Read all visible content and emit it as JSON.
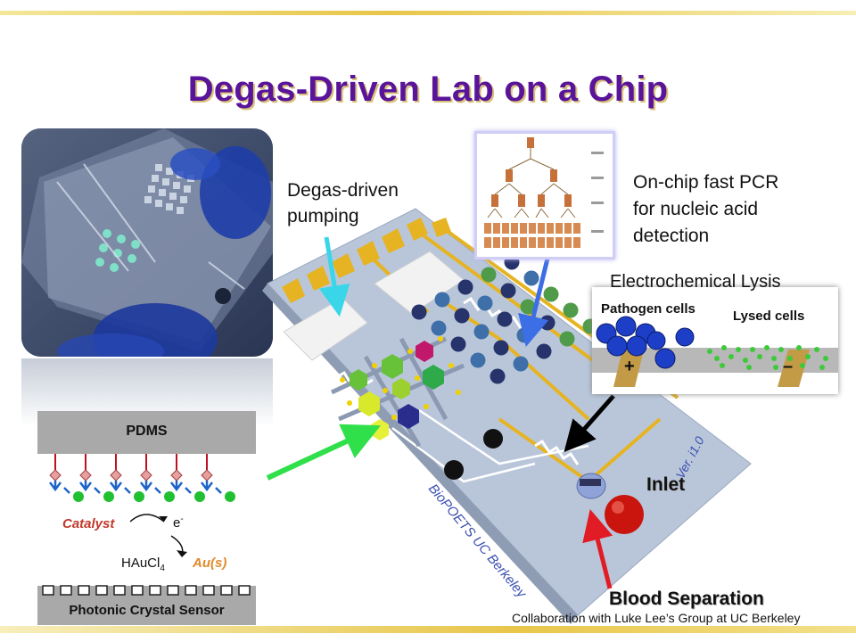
{
  "title": "Degas-Driven Lab on a Chip",
  "labels": {
    "degas_line1": "Degas-driven",
    "degas_line2": "pumping",
    "pcr_line1": "On-chip fast PCR",
    "pcr_line2": "for nucleic acid",
    "pcr_line3": "detection",
    "lysis": "Electrochemical Lysis",
    "pathogen": "Pathogen cells",
    "lysed": "Lysed cells",
    "plus": "+",
    "minus": "–",
    "inlet": "Inlet",
    "blood": "Blood Separation",
    "collab": "Collaboration with Luke Lee’s Group at UC Berkeley",
    "chip_brand": "BioPOETS UC Berkeley",
    "chip_ver": "Ver. i1.0"
  },
  "sensor": {
    "pdms": "PDMS",
    "catalyst": "Catalyst",
    "electron": "e",
    "electron_sup": "-",
    "haucl_main": "HAuCl",
    "haucl_sub": "4",
    "au": "Au(s)",
    "pcs": "Photonic Crystal Sensor"
  },
  "colors": {
    "title": "#5a149a",
    "chip": "#b9c6da",
    "gold": "#e6b422",
    "navy": "#27336b",
    "green": "#4f9b4a",
    "red_arrow": "#e21c24",
    "cyan_arrow": "#38d6e8",
    "blue_arrow": "#3c6ee6",
    "green_arrow": "#2fe04a"
  }
}
